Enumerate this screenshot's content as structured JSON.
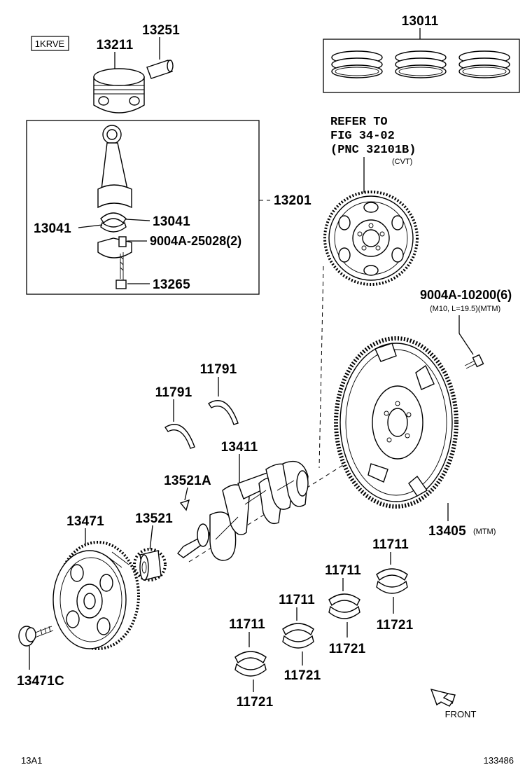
{
  "diagram": {
    "engine_code": "1KRVE",
    "footer_left": "13A1",
    "footer_right": "133486",
    "front_label": "FRONT",
    "refer_note": {
      "line1": "REFER TO",
      "line2": "FIG 34-02",
      "line3": "(PNC 32101B)",
      "line4": "(CVT)"
    },
    "parts": {
      "p13011": "13011",
      "p13211": "13211",
      "p13251": "13251",
      "p13201": "13201",
      "p13041_left": "13041",
      "p13041_right": "13041",
      "p9004a_25028": "9004A-25028(2)",
      "p13265": "13265",
      "p9004a_10200": "9004A-10200(6)",
      "p9004a_10200_note": "(M10, L=19.5)(MTM)",
      "p11791_a": "11791",
      "p11791_b": "11791",
      "p13411": "13411",
      "p13521a": "13521A",
      "p13521": "13521",
      "p13471": "13471",
      "p13471c": "13471C",
      "p13405": "13405",
      "p13405_note": "(MTM)",
      "p11711_1": "11711",
      "p11711_2": "11711",
      "p11711_3": "11711",
      "p11711_4": "11711",
      "p11721_1": "11721",
      "p11721_2": "11721",
      "p11721_3": "11721",
      "p11721_4": "11721"
    }
  }
}
